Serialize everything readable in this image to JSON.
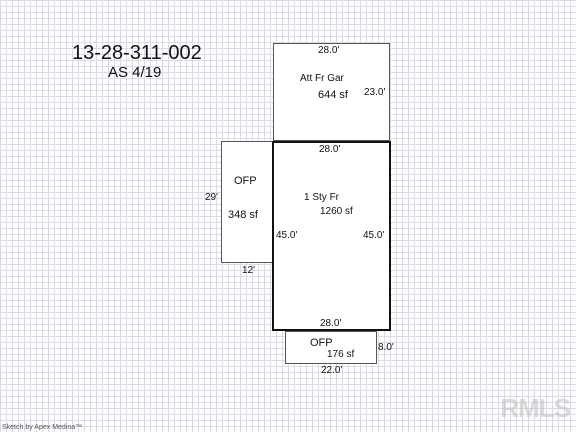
{
  "header": {
    "parcel_id": "13-28-311-002",
    "assessed": "AS 4/19"
  },
  "garage": {
    "name": "Att Fr Gar",
    "area": "644 sf",
    "top_dim": "28.0'",
    "right_dim": "23.0'"
  },
  "main_house": {
    "name": "1 Sty Fr",
    "area": "1260 sf",
    "top_dim": "28.0'",
    "left_dim": "45.0'",
    "right_dim": "45.0'",
    "bottom_dim": "28.0'"
  },
  "porch_side": {
    "name": "OFP",
    "area": "348 sf",
    "left_dim": "29'",
    "bottom_dim": "12'"
  },
  "porch_bottom": {
    "name": "OFP",
    "area": "176 sf",
    "right_dim": "8.0'",
    "bottom_dim": "22.0'"
  },
  "footer": {
    "credit": "Sketch by Apex Medina™",
    "watermark": "RMLS"
  }
}
